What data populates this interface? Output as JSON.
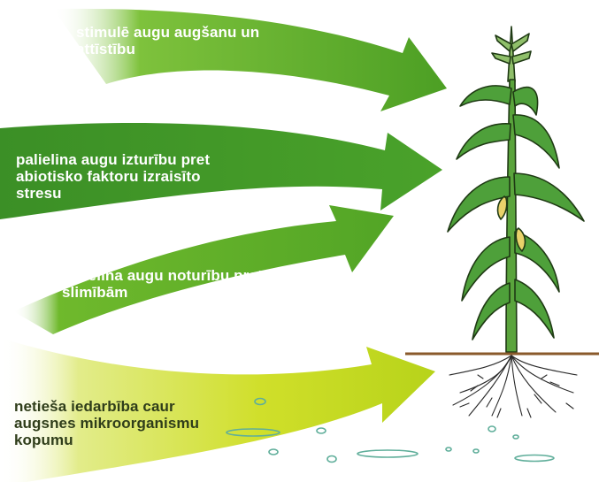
{
  "colors": {
    "arrow_dark": "#3f9a28",
    "arrow_mid": "#6cbd2c",
    "arrow_yellow": "#d3e01e",
    "label_light": "#ffffff",
    "label_dark": "#2f3d1a",
    "plant_green": "#4ea03a",
    "plant_outline": "#1f3a14",
    "soil_line": "#8a5a2b",
    "droplet": "#5fae9a"
  },
  "arrows": [
    {
      "id": "arrow-growth",
      "label": "stimulē augu augšanu un\nattīstību",
      "tone": "light"
    },
    {
      "id": "arrow-abiotic",
      "label": "palielina augu izturību pret\nabiotisko faktoru izraisīto\nstresu",
      "tone": "light"
    },
    {
      "id": "arrow-disease",
      "label": "palielina augu noturību pret\nslimībām",
      "tone": "light"
    },
    {
      "id": "arrow-microorganisms",
      "label": "netieša iedarbība caur\naugsnes mikroorganismu\nkopumu",
      "tone": "dark"
    }
  ],
  "icons": {
    "plant": "corn-plant-icon",
    "roots": "roots-icon",
    "soil": "soil-line-icon",
    "bubbles": "soil-particle-icon"
  }
}
